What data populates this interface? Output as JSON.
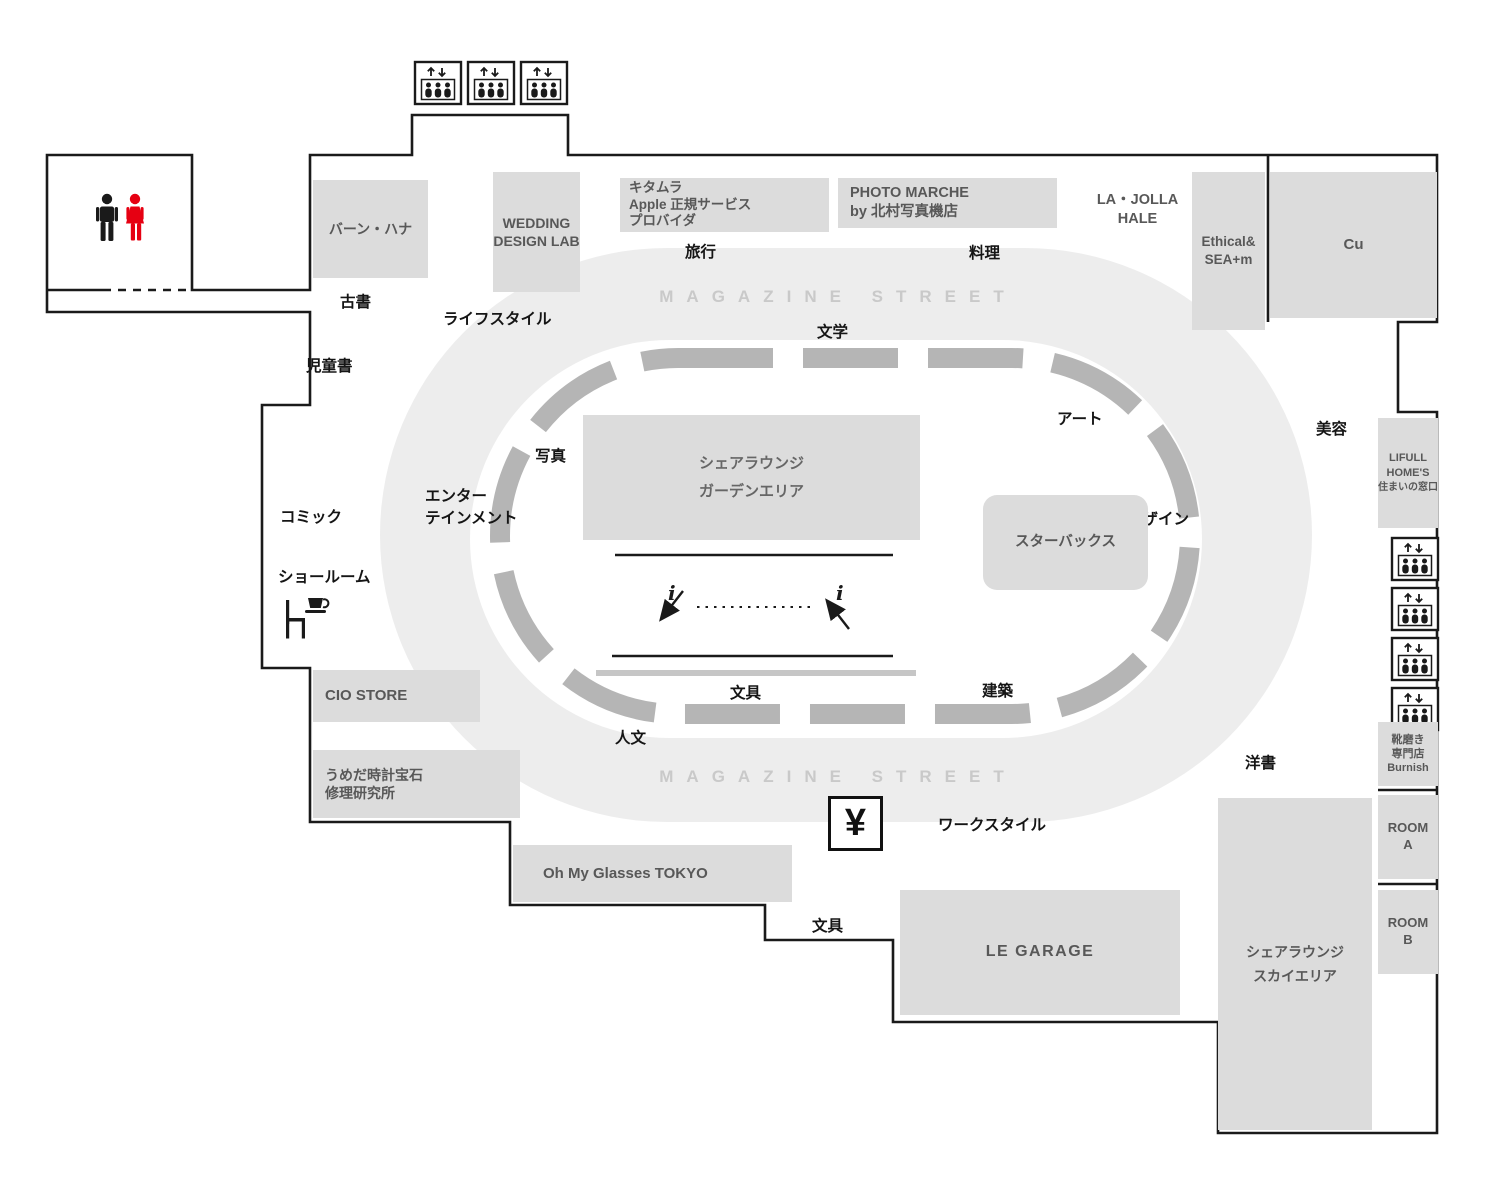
{
  "colors": {
    "accent_red": "#e60012",
    "ring_gray": "#ededed",
    "shop_gray": "#dcdcdc",
    "dash_gray": "#b5b5b5",
    "outline_black": "#1a1a1a",
    "street_text_gray": "#c9c9c9"
  },
  "map": {
    "street_label": "MAGAZINE STREET",
    "yen_symbol": "¥",
    "info_symbol": "i"
  },
  "categories": {
    "kosho": "古書",
    "jidosho": "児童書",
    "comic": "コミック",
    "showroom": "ショールーム",
    "lifestyle": "ライフスタイル",
    "travel": "旅行",
    "cooking": "料理",
    "literature": "文学",
    "art": "アート",
    "beauty": "美容",
    "photo": "写真",
    "entertainment": [
      "エンター",
      "テインメント"
    ],
    "design": "デザイン",
    "stationery_inner": "文具",
    "architecture": "建築",
    "humanities": "人文",
    "foreign_books": "洋書",
    "workstyle": "ワークスタイル",
    "stationery_outer": "文具"
  },
  "shops": {
    "barn_hana": "バーン・ハナ",
    "wedding_design_lab": [
      "WEDDING",
      "DESIGN LAB"
    ],
    "kitamura": [
      "キタムラ",
      "Apple 正規サービス",
      "プロバイダ"
    ],
    "photo_marche": [
      "PHOTO MARCHE",
      "by 北村写真機店"
    ],
    "la_jolla_hale": [
      "LA・JOLLA",
      "HALE"
    ],
    "ethical_sea": [
      "Ethical&",
      "SEA+m"
    ],
    "cu": "Cu",
    "lifull_homes": [
      "LIFULL",
      "HOME'S",
      "住まいの窓口"
    ],
    "share_lounge_garden": [
      "シェアラウンジ",
      "ガーデンエリア"
    ],
    "starbucks": "スターバックス",
    "cio_store": "CIO STORE",
    "umeda_watch": [
      "うめだ時計宝石",
      "修理研究所"
    ],
    "oh_my_glasses": "Oh My Glasses TOKYO",
    "le_garage": "LE GARAGE",
    "share_lounge_sky": [
      "シェアラウンジ",
      "スカイエリア"
    ],
    "burnish": [
      "靴磨き",
      "専門店",
      "Burnish"
    ],
    "room_a": [
      "ROOM",
      "A"
    ],
    "room_b": [
      "ROOM",
      "B"
    ]
  }
}
